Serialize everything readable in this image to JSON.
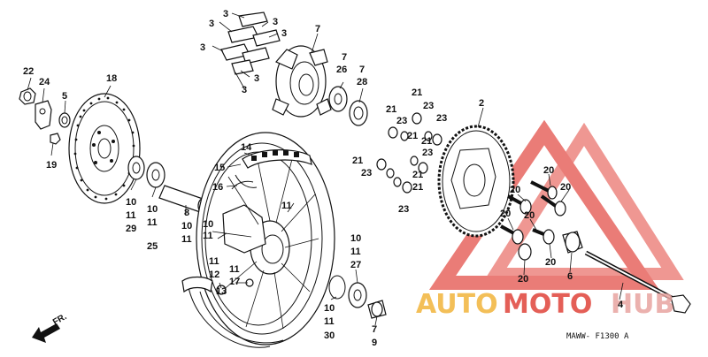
{
  "diagram": {
    "labels": [
      {
        "id": "lbl-3a",
        "text": "3"
      },
      {
        "id": "lbl-3b",
        "text": "3"
      },
      {
        "id": "lbl-3c",
        "text": "3"
      },
      {
        "id": "lbl-3d",
        "text": "3"
      },
      {
        "id": "lbl-3e",
        "text": "3"
      },
      {
        "id": "lbl-3f",
        "text": "3"
      },
      {
        "id": "lbl-3g",
        "text": "3"
      },
      {
        "id": "lbl-7a",
        "text": "7"
      },
      {
        "id": "lbl-7b",
        "text": "7"
      },
      {
        "id": "lbl-26",
        "text": "26"
      },
      {
        "id": "lbl-7c",
        "text": "7"
      },
      {
        "id": "lbl-28",
        "text": "28"
      },
      {
        "id": "lbl-22",
        "text": "22"
      },
      {
        "id": "lbl-24",
        "text": "24"
      },
      {
        "id": "lbl-5",
        "text": "5"
      },
      {
        "id": "lbl-19",
        "text": "19"
      },
      {
        "id": "lbl-18",
        "text": "18"
      },
      {
        "id": "lbl-14",
        "text": "14"
      },
      {
        "id": "lbl-15",
        "text": "15"
      },
      {
        "id": "lbl-16",
        "text": "16"
      },
      {
        "id": "lbl-10a",
        "text": "10"
      },
      {
        "id": "lbl-11a",
        "text": "11"
      },
      {
        "id": "lbl-29",
        "text": "29"
      },
      {
        "id": "lbl-10b",
        "text": "10"
      },
      {
        "id": "lbl-11b",
        "text": "11"
      },
      {
        "id": "lbl-25",
        "text": "25"
      },
      {
        "id": "lbl-8",
        "text": "8"
      },
      {
        "id": "lbl-10c",
        "text": "10"
      },
      {
        "id": "lbl-11c",
        "text": "11"
      },
      {
        "id": "lbl-11d",
        "text": "11"
      },
      {
        "id": "lbl-10d",
        "text": "10"
      },
      {
        "id": "lbl-11e",
        "text": "11"
      },
      {
        "id": "lbl-11f",
        "text": "11"
      },
      {
        "id": "lbl-12",
        "text": "12"
      },
      {
        "id": "lbl-13",
        "text": "13"
      },
      {
        "id": "lbl-11g",
        "text": "11"
      },
      {
        "id": "lbl-17",
        "text": "17"
      },
      {
        "id": "lbl-10e",
        "text": "10"
      },
      {
        "id": "lbl-11h",
        "text": "11"
      },
      {
        "id": "lbl-27",
        "text": "27"
      },
      {
        "id": "lbl-10f",
        "text": "10"
      },
      {
        "id": "lbl-11i",
        "text": "11"
      },
      {
        "id": "lbl-30",
        "text": "30"
      },
      {
        "id": "lbl-7d",
        "text": "7"
      },
      {
        "id": "lbl-9",
        "text": "9"
      },
      {
        "id": "lbl-21a",
        "text": "21"
      },
      {
        "id": "lbl-21b",
        "text": "21"
      },
      {
        "id": "lbl-23a",
        "text": "23"
      },
      {
        "id": "lbl-23b",
        "text": "23"
      },
      {
        "id": "lbl-23c",
        "text": "23"
      },
      {
        "id": "lbl-21c",
        "text": "21"
      },
      {
        "id": "lbl-21d",
        "text": "21"
      },
      {
        "id": "lbl-2",
        "text": "2"
      },
      {
        "id": "lbl-21e",
        "text": "21"
      },
      {
        "id": "lbl-23d",
        "text": "23"
      },
      {
        "id": "lbl-23e",
        "text": "23"
      },
      {
        "id": "lbl-21f",
        "text": "21"
      },
      {
        "id": "lbl-21g",
        "text": "21"
      },
      {
        "id": "lbl-23f",
        "text": "23"
      },
      {
        "id": "lbl-20a",
        "text": "20"
      },
      {
        "id": "lbl-20b",
        "text": "20"
      },
      {
        "id": "lbl-20c",
        "text": "20"
      },
      {
        "id": "lbl-20d",
        "text": "20"
      },
      {
        "id": "lbl-20e",
        "text": "20"
      },
      {
        "id": "lbl-20f",
        "text": "20"
      },
      {
        "id": "lbl-20g",
        "text": "20"
      },
      {
        "id": "lbl-6",
        "text": "6"
      },
      {
        "id": "lbl-4",
        "text": "4"
      }
    ],
    "direction_label": "FR.",
    "diagram_code": "MAWW- F1300 A"
  },
  "watermark": {
    "part1": "AUTO",
    "part2": "MOTO",
    "part3": "HUB",
    "colors": {
      "orange": "#f2b43c",
      "red": "#e0443a",
      "triangle": "#e4514a",
      "hub": "#e8a4a0"
    }
  }
}
